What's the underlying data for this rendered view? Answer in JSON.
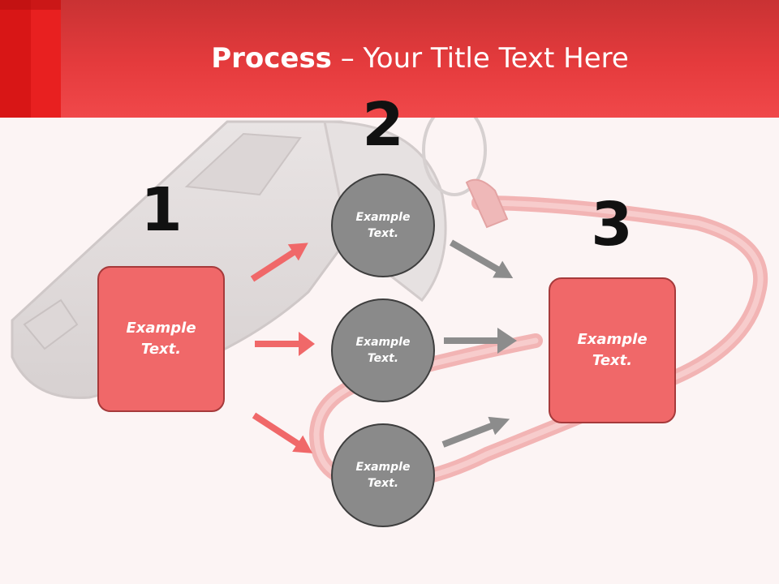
{
  "header": {
    "title_bold": "Process",
    "title_rest": " – Your Title Text Here"
  },
  "steps": {
    "one": {
      "number": "1",
      "text": "Example\nText."
    },
    "two": {
      "number": "2",
      "circles": [
        {
          "text": "Example\nText."
        },
        {
          "text": "Example\nText."
        },
        {
          "text": "Example\nText."
        }
      ]
    },
    "three": {
      "number": "3",
      "text": "Example\nText."
    }
  },
  "colors": {
    "header_red": "#e53b3d",
    "box_fill": "#f06869",
    "box_border": "#a63a3b",
    "circle_fill": "#8a8a8a",
    "circle_border": "#3e3e3e",
    "arrow_red": "#f06869",
    "arrow_gray": "#8c8c8c"
  },
  "icons": {
    "background": "whistle-lanyard-illustration",
    "arrows": "arrow-icon"
  }
}
